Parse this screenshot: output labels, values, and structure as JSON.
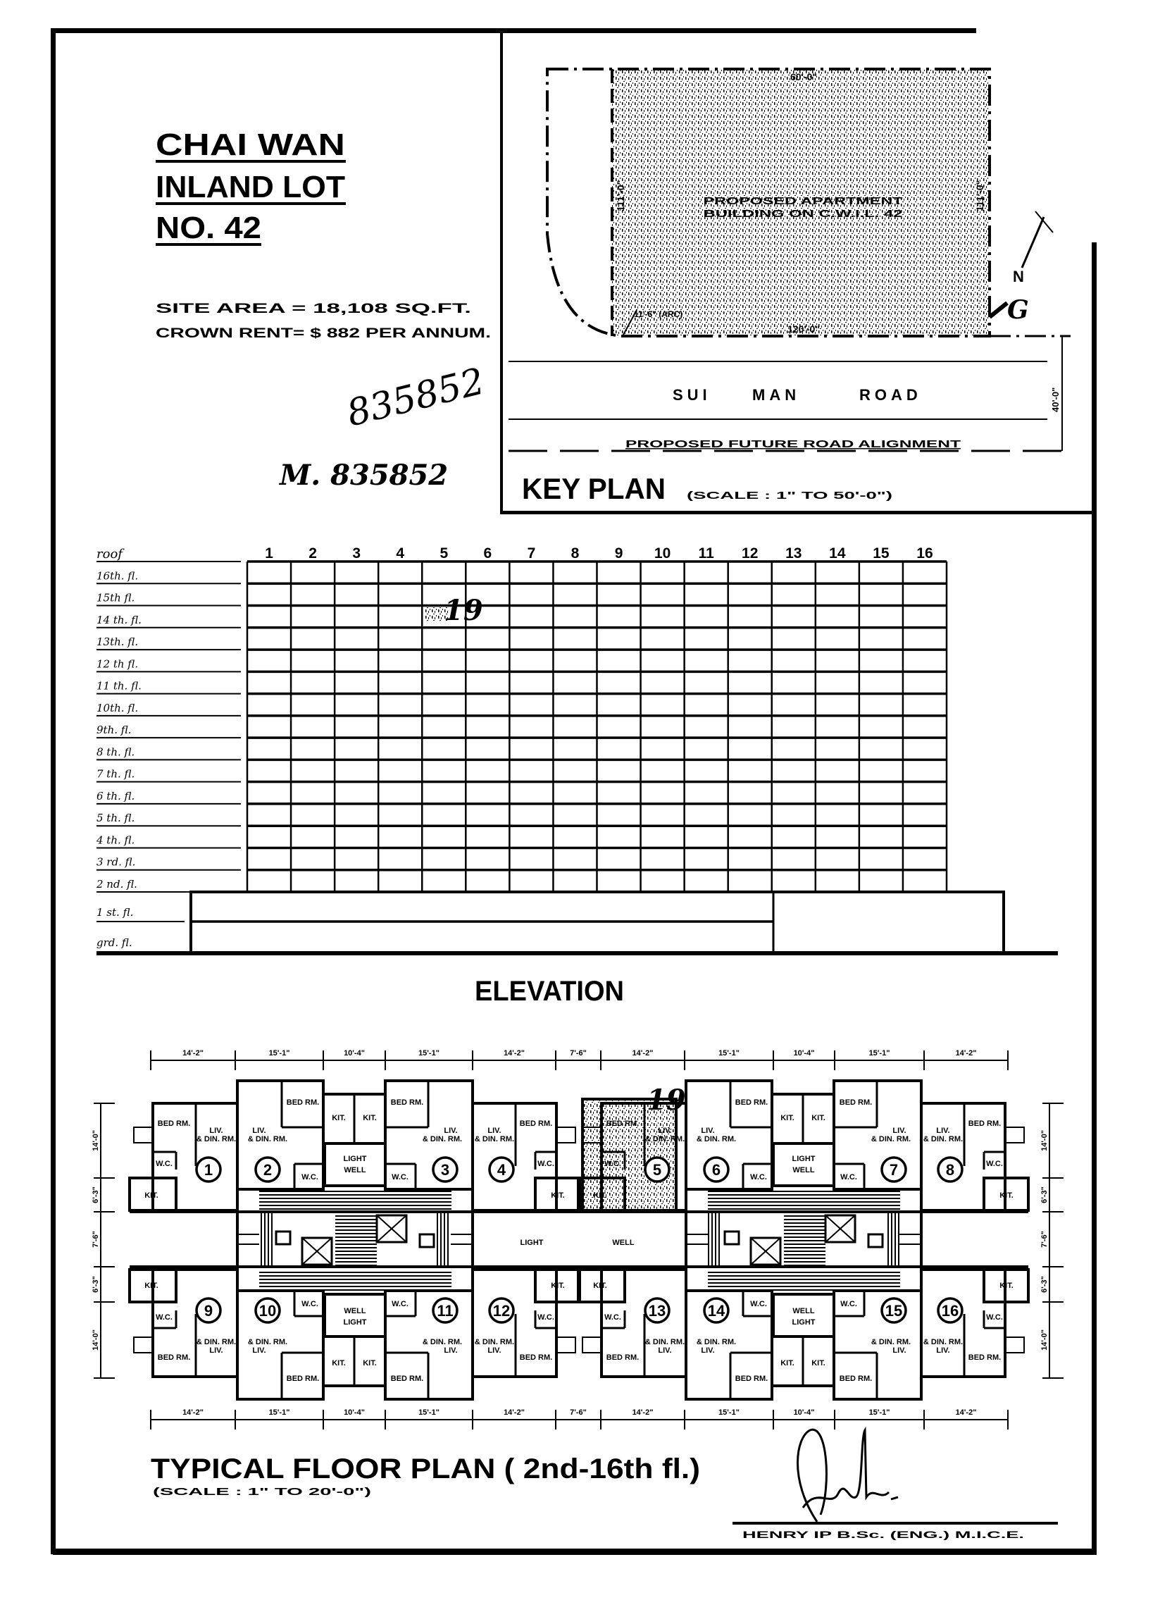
{
  "header": {
    "title_line1": "CHAI   WAN",
    "title_line2": "INLAND  LOT",
    "title_line3": "NO.  42",
    "site_area": "SITE AREA =  18,108  SQ.FT.",
    "crown_rent": "CROWN RENT=  $ 882 PER ANNUM.",
    "handwritten_number": "835852",
    "handwritten_ref": "M. 835852"
  },
  "key_plan": {
    "title": "KEY PLAN",
    "scale": "(SCALE : 1\" TO 50'-0\")",
    "building_label_1": "PROPOSED APARTMENT",
    "building_label_2": "BUILDING ON C.W.I.L. 42",
    "dim_top": "60'-0\"",
    "dim_bottom": "120'-0\"",
    "dim_left": "111'-0\"",
    "dim_right": "111'-0\"",
    "dim_arc": "11'-6\" (ARC)",
    "road_words": [
      "SUI",
      "MAN",
      "ROAD"
    ],
    "road_width": "40'-0\"",
    "future_alignment": "PROPOSED FUTURE ROAD ALIGNMENT",
    "north_label": "N",
    "north_mark": "G"
  },
  "elevation": {
    "title": "ELEVATION",
    "columns": [
      "1",
      "2",
      "3",
      "4",
      "5",
      "6",
      "7",
      "8",
      "9",
      "10",
      "11",
      "12",
      "13",
      "14",
      "15",
      "16"
    ],
    "roof_label": "roof",
    "floors": [
      "16th. fl.",
      "15th fl.",
      "14 th. fl.",
      "13th. fl.",
      "12 th fl.",
      "11 th. fl.",
      "10th. fl.",
      "9th. fl.",
      "8 th. fl.",
      "7 th. fl.",
      "6 th. fl.",
      "5 th. fl.",
      "4 th. fl.",
      "3 rd. fl.",
      "2 nd. fl."
    ],
    "podium_floors": [
      "1 st. fl.",
      "grd. fl."
    ],
    "annotation": "19"
  },
  "floor_plan": {
    "title": "TYPICAL FLOOR PLAN  ( 2nd-16th fl.)",
    "scale": "(SCALE : 1\" TO 20'-0\")",
    "top_dims": [
      "14'-2\"",
      "15'-1\"",
      "10'-4\"",
      "15'-1\"",
      "14'-2\"",
      "7'-6\"",
      "14'-2\"",
      "15'-1\"",
      "10'-4\"",
      "15'-1\"",
      "14'-2\""
    ],
    "bottom_dims": [
      "14'-2\"",
      "15'-1\"",
      "10'-4\"",
      "15'-1\"",
      "14'-2\"",
      "7'-6\"",
      "14'-2\"",
      "15'-1\"",
      "10'-4\"",
      "15'-1\"",
      "14'-2\""
    ],
    "side_dims": [
      "14'-0\"",
      "6'-3\"",
      "7'-6\"",
      "6'-3\"",
      "14'-0\""
    ],
    "rooms": {
      "bed": "BED RM.",
      "liv_1": "LIV.",
      "liv_2": "& DIN. RM.",
      "wc": "W.C.",
      "kit": "KIT.",
      "light": "LIGHT",
      "well": "WELL"
    },
    "units_upper": [
      "1",
      "2",
      "3",
      "4",
      "5",
      "6",
      "7",
      "8"
    ],
    "units_lower": [
      "9",
      "10",
      "11",
      "12",
      "13",
      "14",
      "15",
      "16"
    ],
    "center_label_1": "LIGHT",
    "center_label_2": "WELL",
    "annotation": "19"
  },
  "signature": {
    "name": "HENRY IP    B.Sc. (ENG.) M.I.C.E."
  }
}
